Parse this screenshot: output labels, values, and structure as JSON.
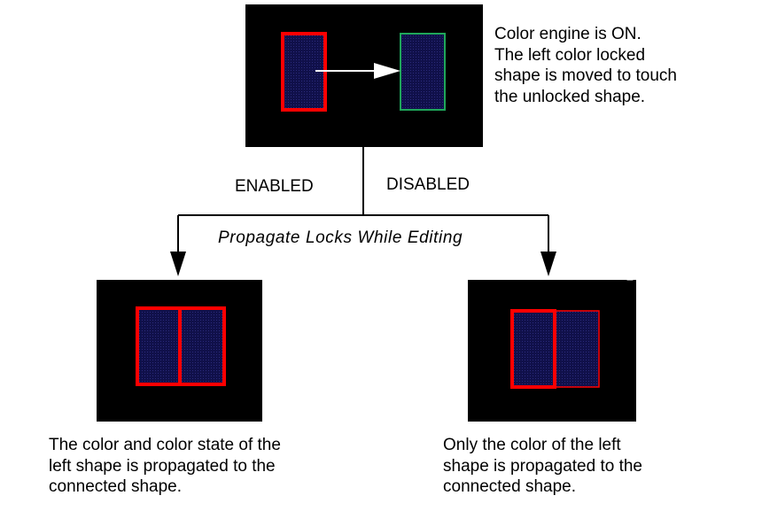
{
  "top_note": "Color engine is ON.\nThe left color locked\nshape is moved to touch\nthe unlocked shape.",
  "branch_labels": {
    "enabled": "ENABLED",
    "disabled": "DISABLED"
  },
  "option_label": "Propagate Locks While Editing",
  "left_caption": "The color and color state of the\nleft shape is propagated to the\nconnected shape.",
  "right_caption": "Only the color of the left\nshape is propagated to the\nconnected shape.",
  "colors": {
    "panel": "#000000",
    "locked_outline": "#ff0000",
    "unlocked_outline": "#1fa65a",
    "shape_fill": "#10104a",
    "arrow_move": "#ffffff",
    "connector": "#000000"
  }
}
